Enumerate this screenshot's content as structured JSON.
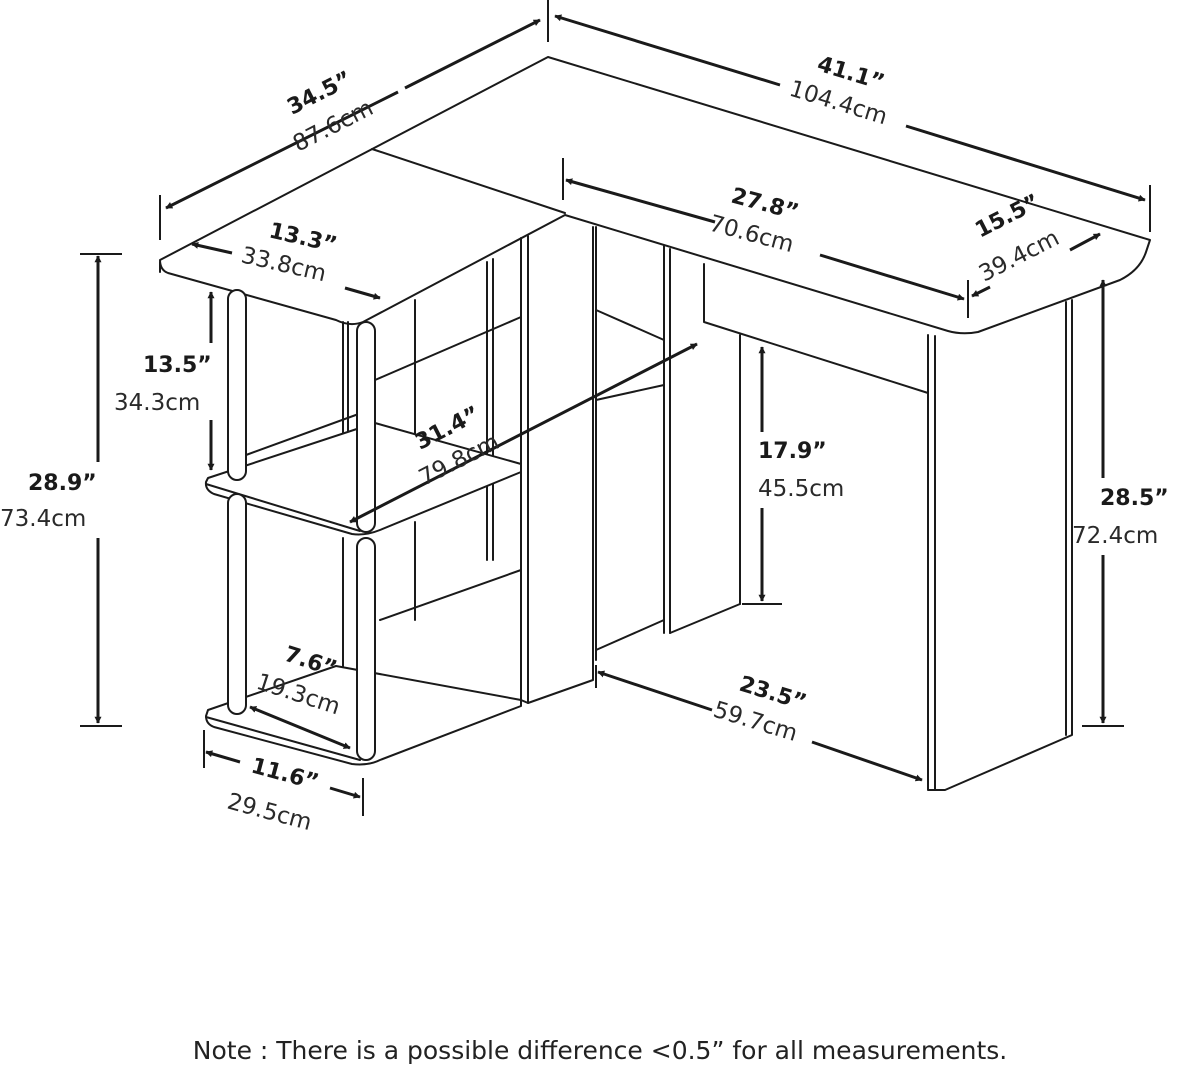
{
  "dimensions": {
    "top_left_depth": {
      "inch": "34.5”",
      "cm": "87.6cm"
    },
    "top_back_width": {
      "inch": "41.1”",
      "cm": "104.4cm"
    },
    "shelf_width": {
      "inch": "13.3”",
      "cm": "33.8cm"
    },
    "inner_opening_width": {
      "inch": "27.8”",
      "cm": "70.6cm"
    },
    "desk_depth": {
      "inch": "15.5”",
      "cm": "39.4cm"
    },
    "shelf_spacing": {
      "inch": "13.5”",
      "cm": "34.3cm"
    },
    "total_height": {
      "inch": "28.9”",
      "cm": "73.4cm"
    },
    "diagonal_depth": {
      "inch": "31.4”",
      "cm": "79.8cm"
    },
    "knee_clearance": {
      "inch": "17.9”",
      "cm": "45.5cm"
    },
    "desk_height": {
      "inch": "28.5”",
      "cm": "72.4cm"
    },
    "shelf_inner_depth": {
      "inch": "7.6”",
      "cm": "19.3cm"
    },
    "leg_space_width": {
      "inch": "23.5”",
      "cm": "59.7cm"
    },
    "base_width": {
      "inch": "11.6”",
      "cm": "29.5cm"
    }
  },
  "note": "Note : There is a possible difference <0.5” for all measurements.",
  "colors": {
    "line": "#1a1a1a",
    "background": "#ffffff"
  }
}
